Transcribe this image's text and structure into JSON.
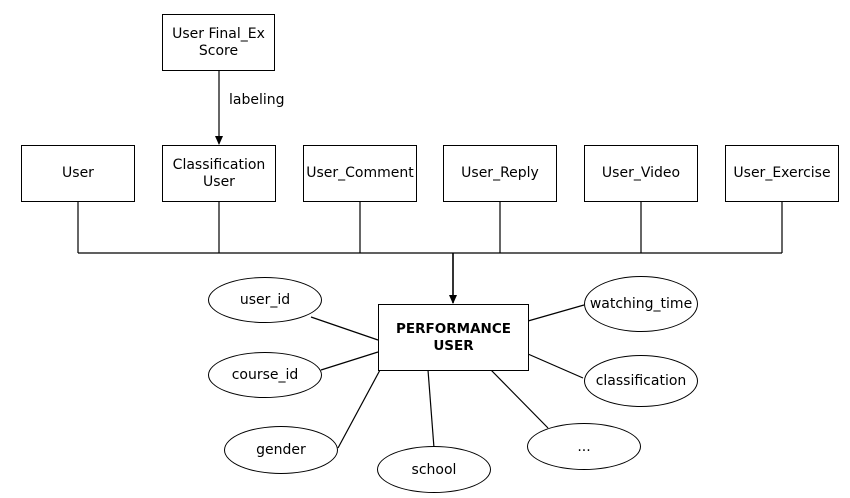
{
  "top_entity": {
    "label": "User Final_Ex\nScore"
  },
  "edge_label": "labeling",
  "sources": [
    {
      "label": "User"
    },
    {
      "label": "Classification\nUser"
    },
    {
      "label": "User_Comment"
    },
    {
      "label": "User_Reply"
    },
    {
      "label": "User_Video"
    },
    {
      "label": "User_Exercise"
    }
  ],
  "main_entity": {
    "label": "PERFORMANCE\nUSER"
  },
  "attributes": [
    {
      "label": "user_id"
    },
    {
      "label": "course_id"
    },
    {
      "label": "gender"
    },
    {
      "label": "school"
    },
    {
      "label": "..."
    },
    {
      "label": "classification"
    },
    {
      "label": "watching_time"
    }
  ]
}
